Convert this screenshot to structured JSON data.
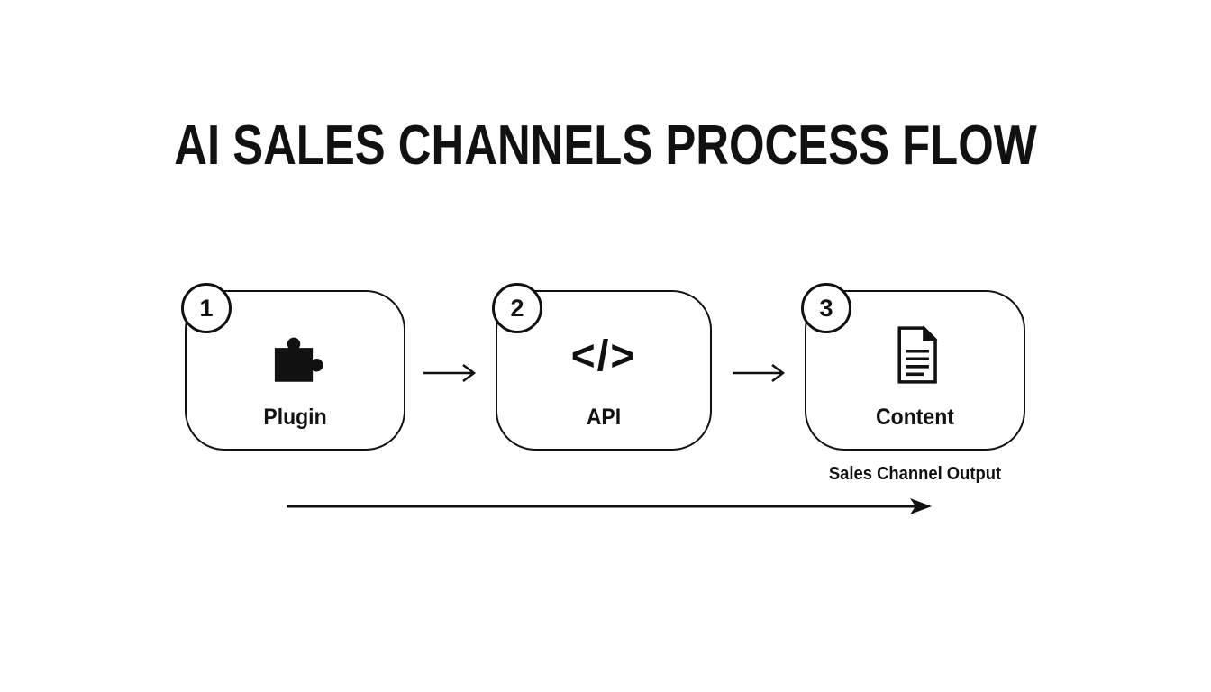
{
  "title": "AI SALES CHANNELS PROCESS FLOW",
  "steps": [
    {
      "number": "1",
      "label": "Plugin",
      "icon": "puzzle-icon"
    },
    {
      "number": "2",
      "label": "API",
      "icon": "code-icon",
      "icon_text": "</>"
    },
    {
      "number": "3",
      "label": "Content",
      "icon": "document-icon"
    }
  ],
  "output_label": "Sales Channel Output",
  "colors": {
    "foreground": "#111111",
    "background": "#ffffff"
  }
}
